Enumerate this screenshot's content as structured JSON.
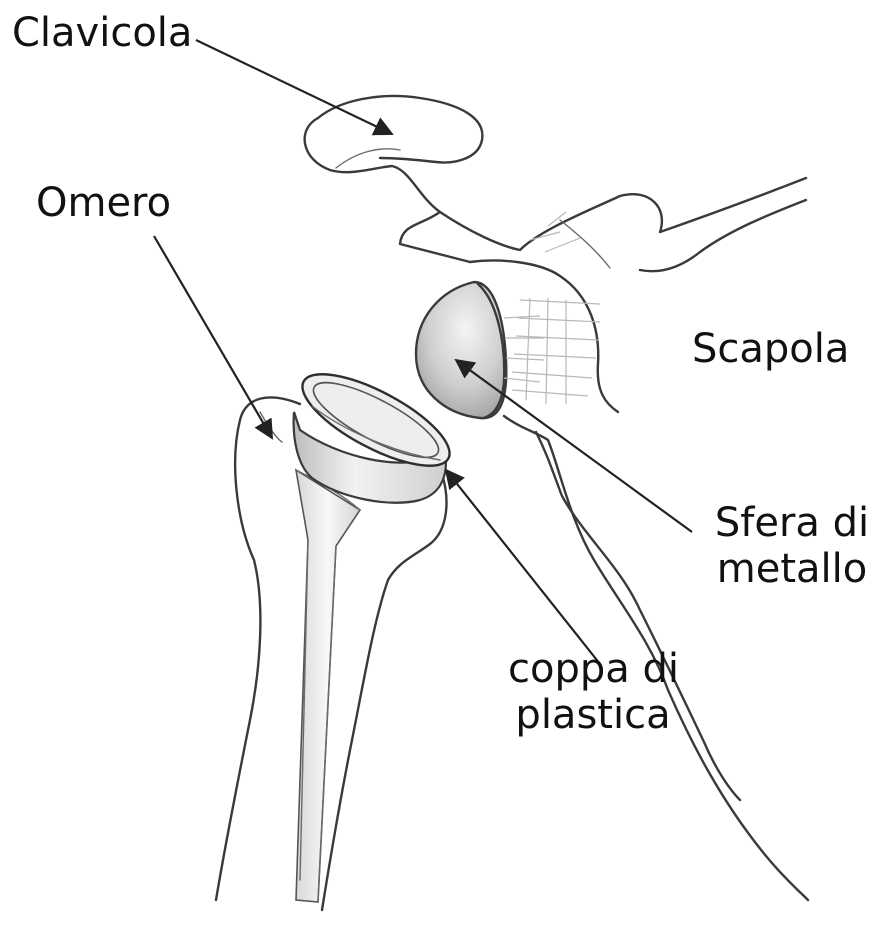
{
  "labels": {
    "clavicola": "Clavicola",
    "omero": "Omero",
    "scapola": "Scapola",
    "sfera_line1": "Sfera di",
    "sfera_line2": "metallo",
    "coppa_line1": "coppa di",
    "coppa_line2": "plastica"
  },
  "colors": {
    "ink": "#3a3a3a",
    "ball_fill": "#c9c9c9",
    "cup_fill": "#e6e6e6",
    "stem_fill": "#f0f0f0"
  },
  "icons": [
    "arrow-pointer-icon"
  ]
}
